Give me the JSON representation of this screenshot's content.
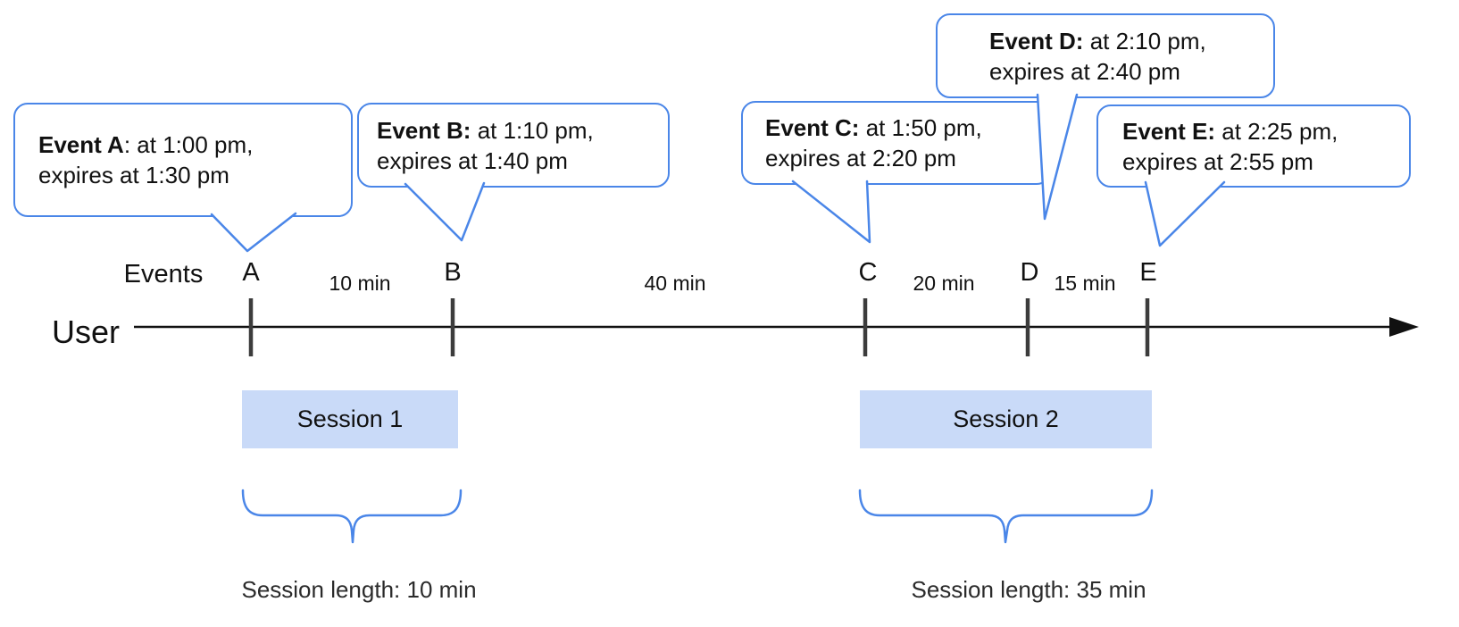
{
  "colors": {
    "bubble_border": "#4a86e8",
    "brace": "#4a86e8",
    "session_fill": "#c9daf8",
    "axis": "#111111",
    "tick": "#3c3c3c"
  },
  "bubbles": [
    {
      "id": "A",
      "bold": "Event A",
      "rest": ": at 1:00 pm,",
      "line2": "expires at 1:30 pm"
    },
    {
      "id": "B",
      "bold": "Event B:",
      "rest": " at 1:10 pm,",
      "line2": "expires at 1:40 pm"
    },
    {
      "id": "C",
      "bold": "Event C:",
      "rest": " at 1:50 pm,",
      "line2": "expires at 2:20 pm"
    },
    {
      "id": "D",
      "bold": "Event D:",
      "rest": " at 2:10 pm,",
      "line2": "expires at 2:40 pm"
    },
    {
      "id": "E",
      "bold": "Event E:",
      "rest": " at 2:25 pm,",
      "line2": "expires at 2:55 pm"
    }
  ],
  "timeline": {
    "user_label": "User",
    "events_label": "Events",
    "letters": [
      "A",
      "B",
      "C",
      "D",
      "E"
    ],
    "intervals": [
      "10 min",
      "40 min",
      "20 min",
      "15 min"
    ]
  },
  "sessions": [
    {
      "label": "Session 1",
      "length": "Session length: 10 min"
    },
    {
      "label": "Session 2",
      "length": "Session length: 35 min"
    }
  ]
}
